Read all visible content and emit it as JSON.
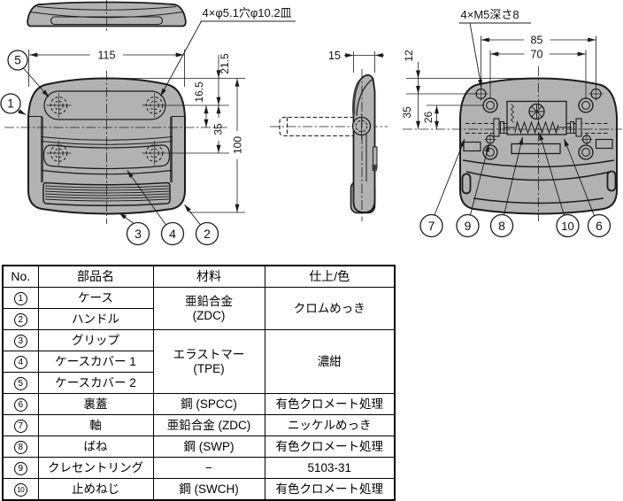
{
  "drawing": {
    "annotations": {
      "front_holes": "4×φ5.1穴φ10.2皿",
      "back_holes": "4×M5深さ8"
    },
    "front_view": {
      "dims": {
        "width": "115",
        "top_to_hole": "21.5",
        "hole_to_center": "16.5",
        "hole_rows": "35",
        "height": "100"
      },
      "callouts": {
        "c1": "1",
        "c2": "2",
        "c3": "3",
        "c4": "4",
        "c5": "5"
      }
    },
    "side_view": {
      "dims": {
        "thickness": "15"
      }
    },
    "back_view": {
      "dims": {
        "m5_pitch": "85",
        "hole_pitch": "70",
        "top_to_m5": "12",
        "m5_to_center": "35",
        "hole_to_center": "26"
      },
      "callouts": {
        "c6": "6",
        "c7": "7",
        "c8": "8",
        "c9": "9",
        "c10": "10"
      }
    }
  },
  "table": {
    "headers": [
      "No.",
      "部品名",
      "材料",
      "仕上/色"
    ],
    "rows": [
      {
        "no": "1",
        "name": "ケース"
      },
      {
        "no": "2",
        "name": "ハンドル"
      },
      {
        "no": "3",
        "name": "グリップ"
      },
      {
        "no": "4",
        "name": "ケースカバー 1"
      },
      {
        "no": "5",
        "name": "ケースカバー 2"
      },
      {
        "no": "6",
        "name": "裏蓋",
        "material": "鋼 (SPCC)",
        "finish": "有色クロメート処理"
      },
      {
        "no": "7",
        "name": "軸",
        "material": "亜鉛合金 (ZDC)",
        "finish": "ニッケルめっき"
      },
      {
        "no": "8",
        "name": "ばね",
        "material": "鋼 (SWP)",
        "finish": "有色クロメート処理"
      },
      {
        "no": "9",
        "name": "クレセントリング",
        "material": "−",
        "finish": "5103-31"
      },
      {
        "no": "10",
        "name": "止めねじ",
        "material": "鋼 (SWCH)",
        "finish": "有色クロメート処理"
      }
    ],
    "merged": {
      "zdc_material_l1": "亜鉛合金",
      "zdc_material_l2": "(ZDC)",
      "zdc_finish": "クロムめっき",
      "tpe_material_l1": "エラストマー",
      "tpe_material_l2": "(TPE)",
      "tpe_finish": "濃紺"
    }
  },
  "colors": {
    "body_fill": "#b2b2b2",
    "line": "#1c1c1c",
    "accent_dark": "#3f3f3f"
  }
}
